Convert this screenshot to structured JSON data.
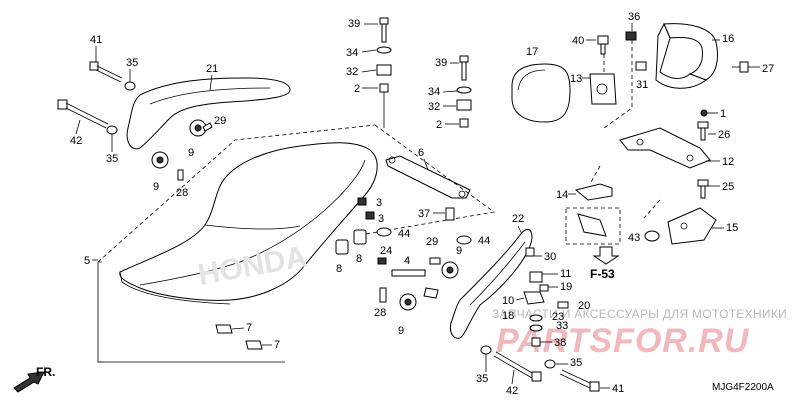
{
  "diagram_code": "MJG4F2200A",
  "section_ref": "F-53",
  "front_marker": "FR.",
  "watermark": {
    "line1": "ЗАПЧАСТИ И АКСЕССУАРЫ ДЛЯ МОТОТЕХНИКИ",
    "line2": "PARTSFOR.RU"
  },
  "callouts": [
    "1",
    "2",
    "3",
    "4",
    "5",
    "6",
    "7",
    "8",
    "9",
    "10",
    "11",
    "12",
    "13",
    "14",
    "15",
    "16",
    "17",
    "18",
    "19",
    "20",
    "21",
    "22",
    "23",
    "24",
    "25",
    "26",
    "27",
    "28",
    "29",
    "30",
    "31",
    "32",
    "33",
    "34",
    "35",
    "36",
    "37",
    "38",
    "39",
    "40",
    "41",
    "42",
    "43",
    "44"
  ]
}
